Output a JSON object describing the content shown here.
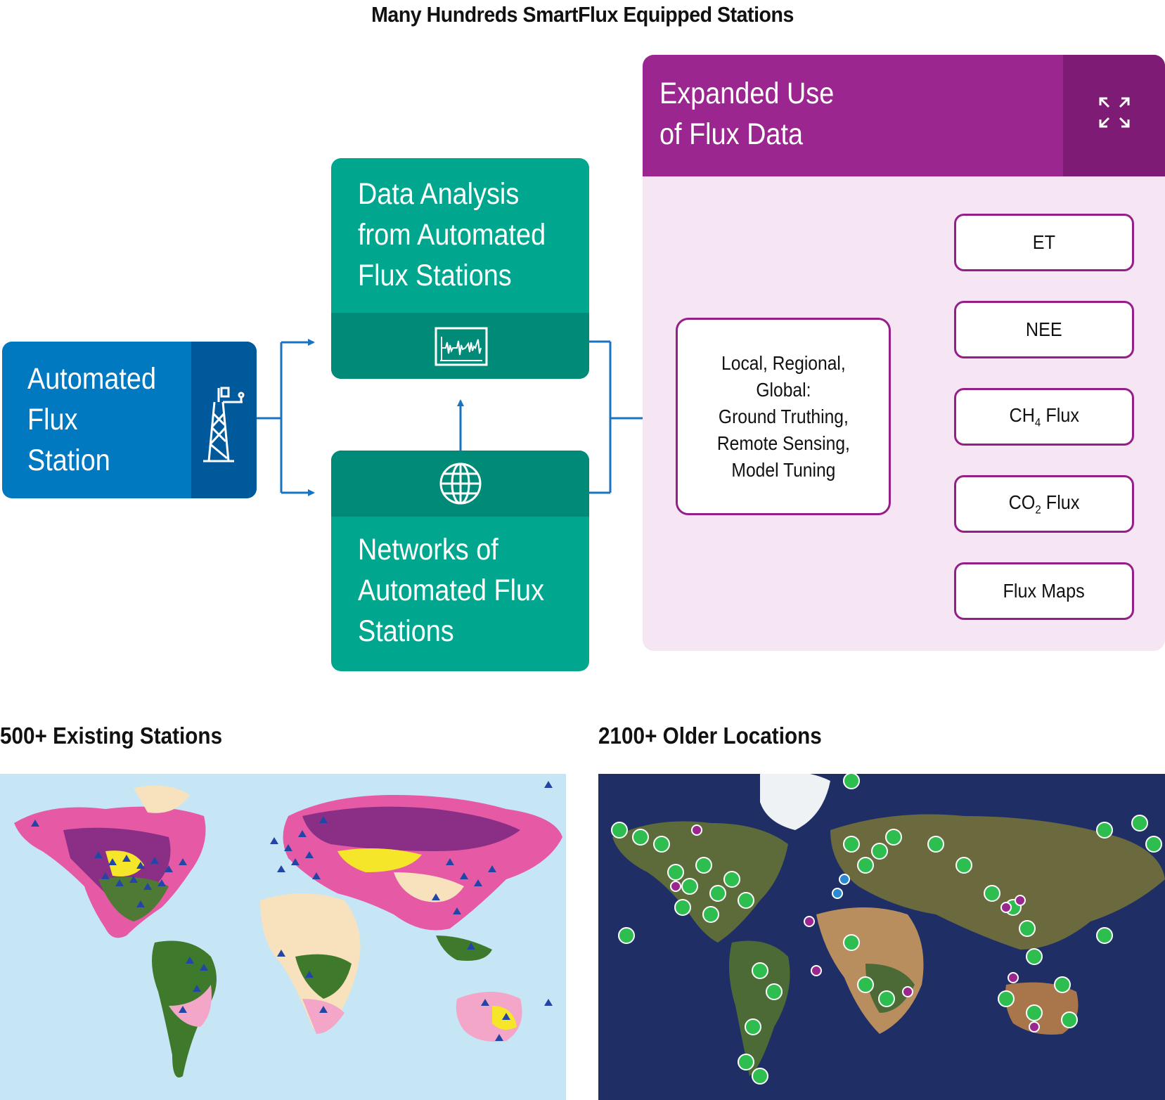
{
  "title": "Many Hundreds SmartFlux Equipped Stations",
  "station": {
    "label": "Automated\nFlux\nStation",
    "icon": "flux-tower-icon"
  },
  "analysis": {
    "label": "Data Analysis\nfrom Automated\nFlux Stations",
    "icon": "waveform-monitor-icon"
  },
  "networks": {
    "label": "Networks of\nAutomated Flux\nStations",
    "icon": "globe-icon"
  },
  "expanded": {
    "label": "Expanded Use\nof Flux Data",
    "icon": "expand-arrows-icon"
  },
  "central": {
    "label": "Local, Regional,\nGlobal:\nGround Truthing,\nRemote Sensing,\nModel Tuning"
  },
  "outputs": {
    "et": "ET",
    "nee": "NEE",
    "ch4": {
      "prefix": "CH",
      "sub": "4",
      "suffix": " Flux"
    },
    "co2": {
      "prefix": "CO",
      "sub": "2",
      "suffix": " Flux"
    },
    "maps": "Flux Maps"
  },
  "maps": {
    "existing_title": "500+ Existing Stations",
    "older_title": "2100+ Older Locations"
  },
  "colors": {
    "station_blue": "#0079c1",
    "teal": "#00a78e",
    "purple": "#9b2690",
    "panel_pink": "#f6e6f3",
    "arrow_blue": "#1a73c0"
  }
}
